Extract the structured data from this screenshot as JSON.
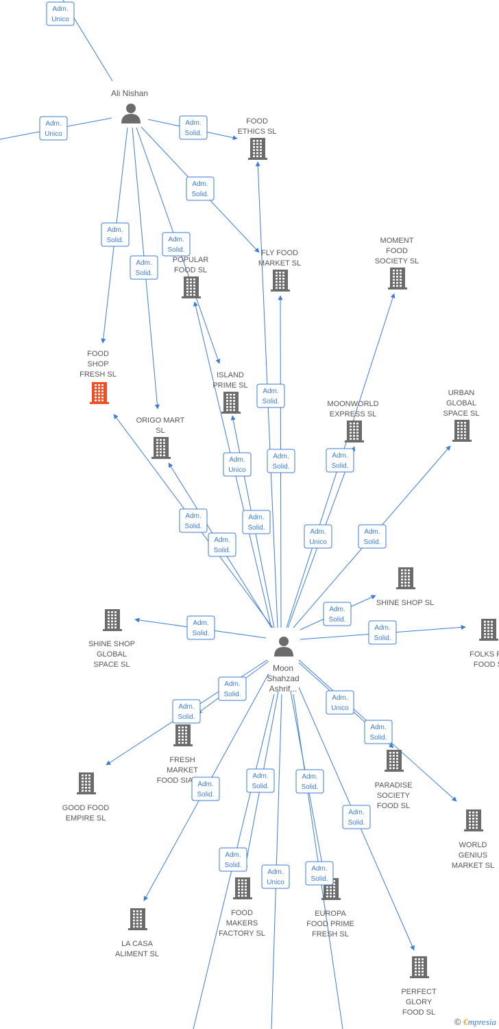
{
  "colors": {
    "edge": "#3a7bd5",
    "building": "#6b6b6b",
    "building_highlight": "#f04e23",
    "person": "#6b6b6b",
    "label": "#555555"
  },
  "persons": [
    {
      "id": "ali",
      "label": [
        "Ali Nishan"
      ]
    },
    {
      "id": "moon",
      "label": [
        "Moon",
        "Shahzad",
        "Ashrif..."
      ]
    }
  ],
  "companies": [
    {
      "id": "food_ethics",
      "label": [
        "FOOD",
        "ETHICS  SL"
      ]
    },
    {
      "id": "fly_food",
      "label": [
        "FLY FOOD",
        "MARKET  SL"
      ]
    },
    {
      "id": "moment_food",
      "label": [
        "MOMENT",
        "FOOD",
        "SOCIETY  SL"
      ]
    },
    {
      "id": "popular_food",
      "label": [
        "POPULAR",
        "FOOD  SL"
      ]
    },
    {
      "id": "food_shop_fresh",
      "label": [
        "FOOD",
        "SHOP",
        "FRESH  SL"
      ],
      "highlight": true
    },
    {
      "id": "island_prime",
      "label": [
        "ISLAND",
        "PRIME  SL"
      ]
    },
    {
      "id": "origo_mart",
      "label": [
        "ORIGO MART",
        "SL"
      ]
    },
    {
      "id": "moonworld",
      "label": [
        "MOONWORLD",
        "EXPRESS  SL"
      ]
    },
    {
      "id": "urban_global",
      "label": [
        "URBAN",
        "GLOBAL",
        "SPACE  SL"
      ]
    },
    {
      "id": "shine_shop",
      "label": [
        "SHINE SHOP  SL"
      ]
    },
    {
      "id": "shine_shop_global",
      "label": [
        "SHINE SHOP",
        "GLOBAL",
        "SPACE  SL"
      ]
    },
    {
      "id": "folks",
      "label": [
        "FOLKS FR",
        "FOOD  S"
      ]
    },
    {
      "id": "fresh_market",
      "label": [
        "FRESH",
        "MARKET",
        "FOOD SIAL  SL"
      ]
    },
    {
      "id": "good_food",
      "label": [
        "GOOD FOOD",
        "EMPIRE  SL"
      ]
    },
    {
      "id": "paradise",
      "label": [
        "PARADISE",
        "SOCIETY",
        "FOOD  SL"
      ]
    },
    {
      "id": "world_genius",
      "label": [
        "WORLD",
        "GENIUS",
        "MARKET  SL"
      ]
    },
    {
      "id": "food_makers",
      "label": [
        "FOOD",
        "MAKERS",
        "FACTORY  SL"
      ]
    },
    {
      "id": "europa",
      "label": [
        "EUROPA",
        "FOOD PRIME",
        "FRESH  SL"
      ]
    },
    {
      "id": "la_casa",
      "label": [
        "LA CASA",
        "ALIMENT  SL"
      ]
    },
    {
      "id": "perfect_glory",
      "label": [
        "PERFECT",
        "GLORY",
        "FOOD  SL"
      ]
    }
  ],
  "edges": [
    {
      "role": [
        "Adm.",
        "Unico"
      ],
      "target": "offscreen-top-left"
    },
    {
      "role": [
        "Adm.",
        "Unico"
      ],
      "target": "offscreen-left"
    },
    {
      "role": [
        "Adm.",
        "Solid."
      ],
      "target": "food_ethics"
    },
    {
      "role": [
        "Adm.",
        "Solid."
      ],
      "target": "fly_food"
    },
    {
      "role": [
        "Adm.",
        "Solid."
      ],
      "target": "food_shop_fresh"
    },
    {
      "role": [
        "Adm.",
        "Solid."
      ],
      "target": "origo_mart"
    },
    {
      "role": [
        "Adm.",
        "Solid."
      ],
      "target": "island_prime"
    },
    {
      "role": [
        "Adm.",
        "Solid."
      ],
      "target": "food_ethics"
    },
    {
      "role": [
        "Adm.",
        "Unico"
      ],
      "target": "island_prime"
    },
    {
      "role": [
        "Adm.",
        "Solid."
      ],
      "target": "fly_food"
    },
    {
      "role": [
        "Adm.",
        "Solid."
      ],
      "target": "moonworld"
    },
    {
      "role": [
        "Adm.",
        "Solid."
      ],
      "target": "food_shop_fresh"
    },
    {
      "role": [
        "Adm.",
        "Solid."
      ],
      "target": "popular_food"
    },
    {
      "role": [
        "Adm.",
        "Solid."
      ],
      "target": "origo_mart"
    },
    {
      "role": [
        "Adm.",
        "Unico"
      ],
      "target": "moment_food"
    },
    {
      "role": [
        "Adm.",
        "Solid."
      ],
      "target": "urban_global"
    },
    {
      "role": [
        "Adm.",
        "Solid."
      ],
      "target": "shine_shop"
    },
    {
      "role": [
        "Adm.",
        "Solid."
      ],
      "target": "shine_shop_global"
    },
    {
      "role": [
        "Adm.",
        "Solid."
      ],
      "target": "folks"
    },
    {
      "role": [
        "Adm.",
        "Solid."
      ],
      "target": "fresh_market"
    },
    {
      "role": [
        "Adm.",
        "Solid."
      ],
      "target": "good_food"
    },
    {
      "role": [
        "Adm.",
        "Unico"
      ],
      "target": "paradise"
    },
    {
      "role": [
        "Adm.",
        "Solid."
      ],
      "target": "world_genius"
    },
    {
      "role": [
        "Adm.",
        "Solid."
      ],
      "target": "la_casa"
    },
    {
      "role": [
        "Adm.",
        "Solid."
      ],
      "target": "food_makers"
    },
    {
      "role": [
        "Adm.",
        "Solid."
      ],
      "target": "europa"
    },
    {
      "role": [
        "Adm.",
        "Solid."
      ],
      "target": "perfect_glory"
    },
    {
      "role": [
        "Adm.",
        "Solid."
      ],
      "target": "offscreen-bottom-left"
    },
    {
      "role": [
        "Adm.",
        "Unico"
      ],
      "target": "offscreen-bottom"
    },
    {
      "role": [
        "Adm.",
        "Solid."
      ],
      "target": "offscreen-bottom-right"
    }
  ],
  "footer": {
    "copyright": "©",
    "brand_initial": "€",
    "brand_rest": "mpresia"
  }
}
